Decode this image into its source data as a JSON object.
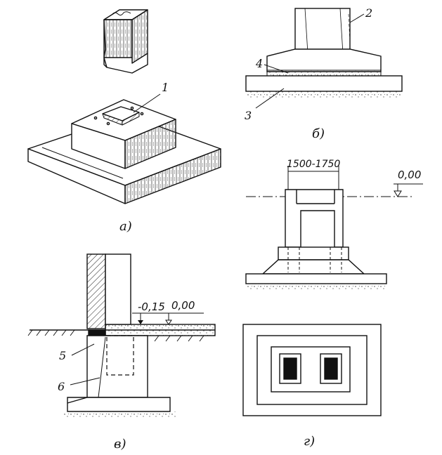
{
  "panels": {
    "a": {
      "caption": "а)",
      "callouts": [
        "1"
      ]
    },
    "b": {
      "caption": "б)",
      "callouts": [
        "2",
        "4",
        "3"
      ]
    },
    "v": {
      "caption": "в)",
      "callouts": [
        "5",
        "6"
      ],
      "levels": [
        "-0,15",
        "0,00"
      ]
    },
    "g": {
      "caption": "г)",
      "dimension": "1500-1750",
      "level": "0,00"
    }
  }
}
